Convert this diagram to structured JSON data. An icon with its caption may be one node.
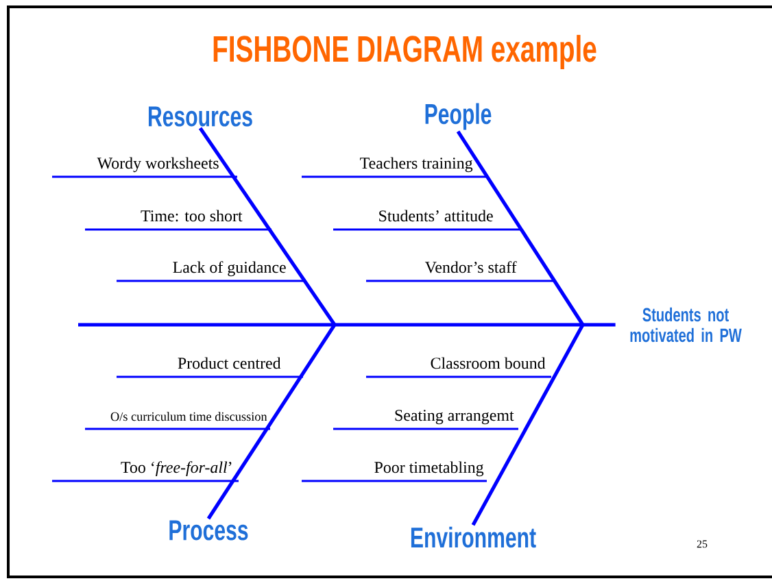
{
  "diagram": {
    "title": "FISHBONE DIAGRAM example",
    "nodes": [
      {
        "text": [
          "Students not motivated in PW"
        ]
      },
      {
        "text": [
          "Resources"
        ]
      },
      {
        "text": [
          "People"
        ]
      },
      {
        "text": [
          "Process"
        ]
      },
      {
        "text": [
          "Environment"
        ]
      }
    ],
    "edges": [
      {
        "from": null,
        "to": 0,
        "arrow": "none"
      },
      {
        "from": 1,
        "to": null,
        "arrow": "none"
      },
      {
        "from": 2,
        "to": null,
        "arrow": "none"
      },
      {
        "from": null,
        "to": 3,
        "arrow": "none"
      },
      {
        "from": null,
        "to": 4,
        "arrow": "none"
      }
    ],
    "labels": [
      "Wordy worksheets",
      "Teachers training",
      "Time: too short",
      "Students’ attitude",
      "Lack of guidance",
      "Vendor’s staff",
      "Product centred",
      "Classroom bound",
      "O/s curriculum time discussion",
      "Seating arrangemt",
      "Too ‘*free-for-all*’",
      "Poor timetabling",
      "25"
    ]
  }
}
